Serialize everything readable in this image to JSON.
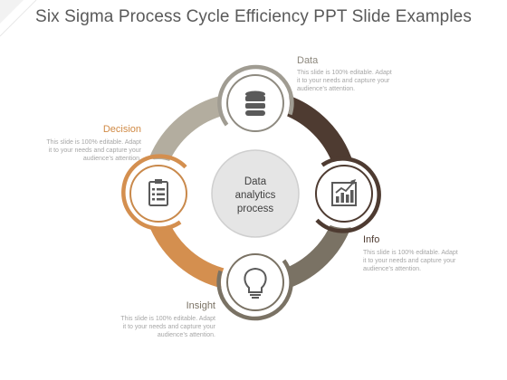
{
  "title": "Six Sigma Process Cycle Efficiency PPT Slide Examples",
  "center": {
    "line1": "Data",
    "line2": "analytics",
    "line3": "process"
  },
  "items": [
    {
      "key": "data",
      "heading": "Data",
      "body": [
        "This slide is 100% editable. Adapt",
        "it to your needs and capture your",
        "audience’s attention."
      ],
      "color": "#a09c92",
      "icon": "database-icon"
    },
    {
      "key": "info",
      "heading": "Info",
      "body": [
        "This slide is 100% editable. Adapt",
        "it to your needs and capture your",
        "audience’s attention."
      ],
      "color": "#4e3b31",
      "icon": "bar-chart-growth-icon"
    },
    {
      "key": "insight",
      "heading": "Insight",
      "body": [
        "This slide is 100% editable. Adapt",
        "it to your needs and capture your",
        "audience’s attention."
      ],
      "color": "#7a7264",
      "icon": "lightbulb-icon"
    },
    {
      "key": "decision",
      "heading": "Decision",
      "body": [
        "This slide is 100% editable. Adapt",
        "it to your needs and capture your",
        "audience’s attention."
      ],
      "color": "#cf8d4e",
      "icon": "clipboard-icon"
    }
  ]
}
